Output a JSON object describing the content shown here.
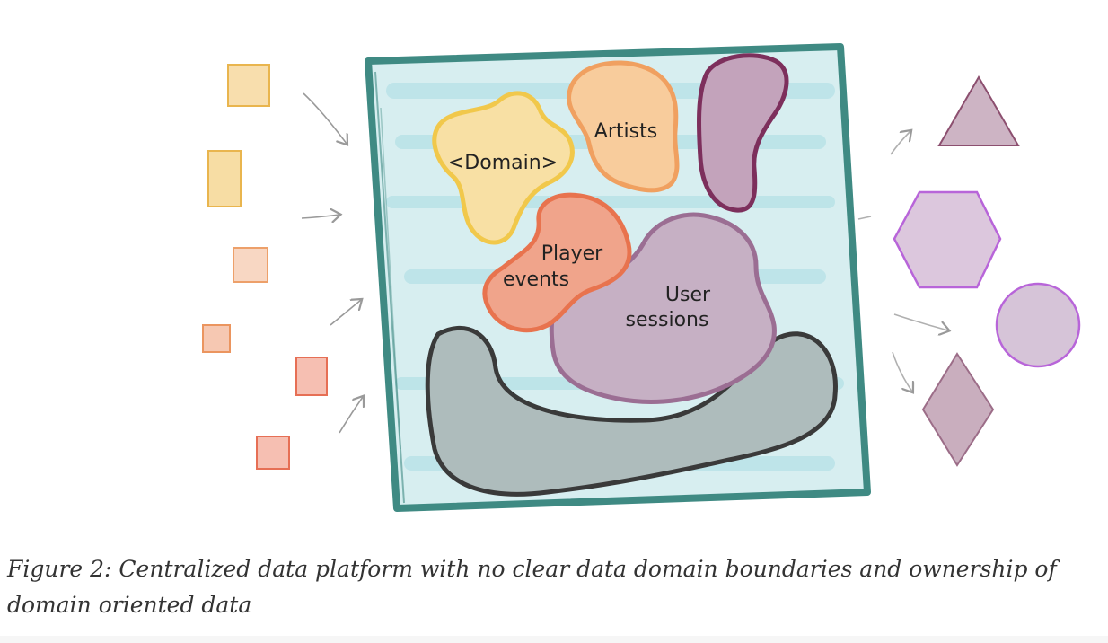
{
  "figure": {
    "labels": {
      "domain": "<Domain>",
      "artists": "Artists",
      "player_line1": "Player",
      "player_line2": "events",
      "user_line1": "User",
      "user_line2": "sessions"
    },
    "colors": {
      "platform_border": "#3f8a83",
      "platform_fill": "#cfe9ec",
      "domain": "#f1c84b",
      "artists": "#f0a060",
      "player_events": "#e8734e",
      "user_sessions": "#9b6e93",
      "unlabeled_purple": "#7d2f5c",
      "unlabeled_gray": "#3a3a3a"
    },
    "icons": [
      "source-square-icon",
      "arrow-icon",
      "triangle-icon",
      "hexagon-icon",
      "circle-icon",
      "diamond-icon"
    ]
  },
  "caption": "Figure 2: Centralized data platform with no clear data domain boundaries and ownership of domain oriented data"
}
